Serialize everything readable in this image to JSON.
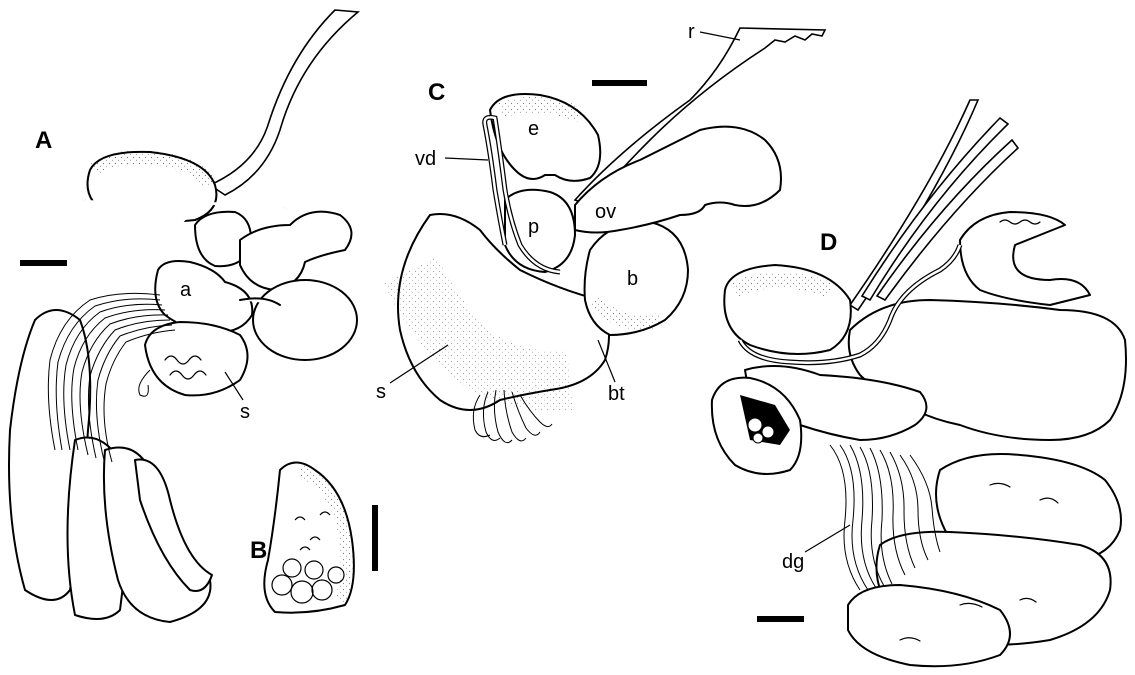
{
  "figure": {
    "background": "#ffffff",
    "ink": "#000000",
    "panels": {
      "A": {
        "letter": "A",
        "labels": {
          "a": "a",
          "s": "s"
        }
      },
      "B": {
        "letter": "B"
      },
      "C": {
        "letter": "C",
        "labels": {
          "r": "r",
          "vd": "vd",
          "e": "e",
          "p": "p",
          "ov": "ov",
          "b": "b",
          "s": "s",
          "bt": "bt"
        }
      },
      "D": {
        "letter": "D",
        "labels": {
          "dg": "dg"
        }
      }
    }
  }
}
